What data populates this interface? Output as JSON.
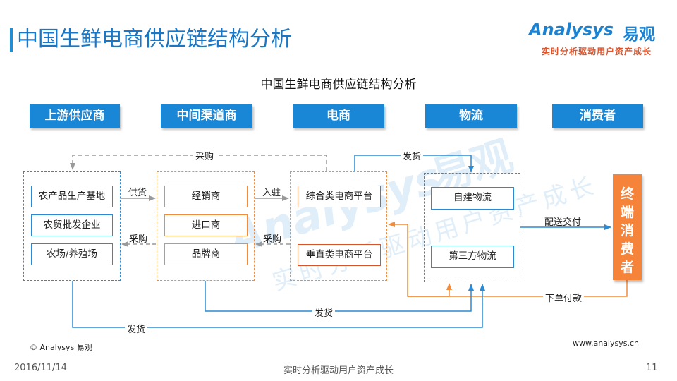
{
  "page_title": "中国生鲜电商供应链结构分析",
  "logo": {
    "brand": "nalysys",
    "brand_initial": "A",
    "brand_cn": "易观",
    "slogan": "实时分析驱动用户资产成长",
    "brand_color": "#1b82d2",
    "slogan_color": "#e0552b"
  },
  "diagram": {
    "title": "中国生鲜电商供应链结构分析",
    "headers": [
      "上游供应商",
      "中间渠道商",
      "电商",
      "物流",
      "消费者"
    ],
    "upstream_nodes": [
      "农产品生产基地",
      "农贸批发企业",
      "农场/养殖场"
    ],
    "channel_nodes": [
      "经销商",
      "进口商",
      "品牌商"
    ],
    "ecommerce_nodes": [
      "综合类电商平台",
      "垂直类电商平台"
    ],
    "logistics_nodes": [
      "自建物流",
      "第三方物流"
    ],
    "terminal": [
      "终",
      "端",
      "消",
      "费",
      "者"
    ],
    "edge_labels": {
      "top_purchase": "采购",
      "top_ship": "发货",
      "supply": "供货",
      "purchase_1": "采购",
      "settle": "入驻",
      "purchase_2": "采购",
      "deliver": "配送交付",
      "order_pay": "下单付款",
      "ship_channel": "发货",
      "ship_upstream": "发货"
    },
    "colors": {
      "header": "#1a86d6",
      "dashed_blue": "#2b8ad4",
      "orange": "#f08c3c",
      "terminal": "#f6833a",
      "red_border": "#d9532a"
    }
  },
  "watermark": {
    "brand": "Analysys",
    "brand_cn": "易观",
    "slogan": "实时分析驱动用户资产成长"
  },
  "copyright": "© Analysys 易观",
  "website": "www.analysys.cn",
  "footer": {
    "date": "2016/11/14",
    "slogan": "实时分析驱动用户资产成长",
    "page": "11"
  }
}
